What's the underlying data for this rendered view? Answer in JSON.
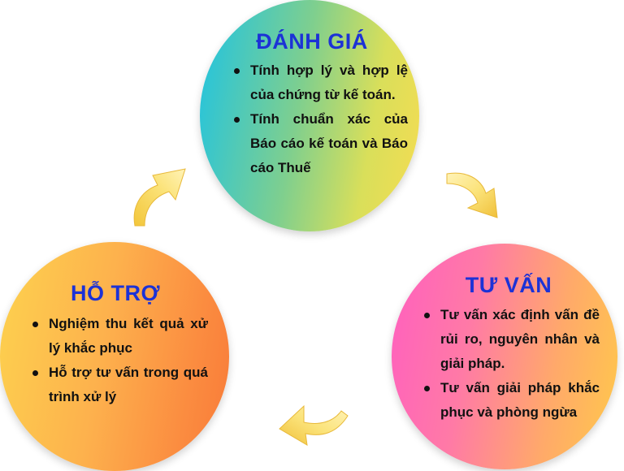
{
  "danh_gia": {
    "title": "ĐÁNH GIÁ",
    "items": [
      "Tính hợp lý và hợp lệ của chứng từ kế toán.",
      "Tính chuẩn xác của Báo cáo kế toán và Báo cáo Thuế"
    ]
  },
  "tu_van": {
    "title": "TƯ VẤN",
    "items": [
      "Tư vấn xác định vấn đề rủi ro, nguyên nhân và giải pháp.",
      "Tư vấn giải pháp khắc phục và phòng ngừa"
    ]
  },
  "ho_tro": {
    "title": "HỖ TRỢ",
    "items": [
      "Nghiệm thu kết quả xử lý khắc phục",
      "Hỗ trợ tư vấn trong quá trình xử lý"
    ]
  },
  "colors": {
    "title_blue": "#1c32d6",
    "arrow_yellow": "#f8d64a"
  },
  "icons": [
    "arrow-top-right-icon",
    "arrow-bottom-icon",
    "arrow-left-up-icon"
  ]
}
